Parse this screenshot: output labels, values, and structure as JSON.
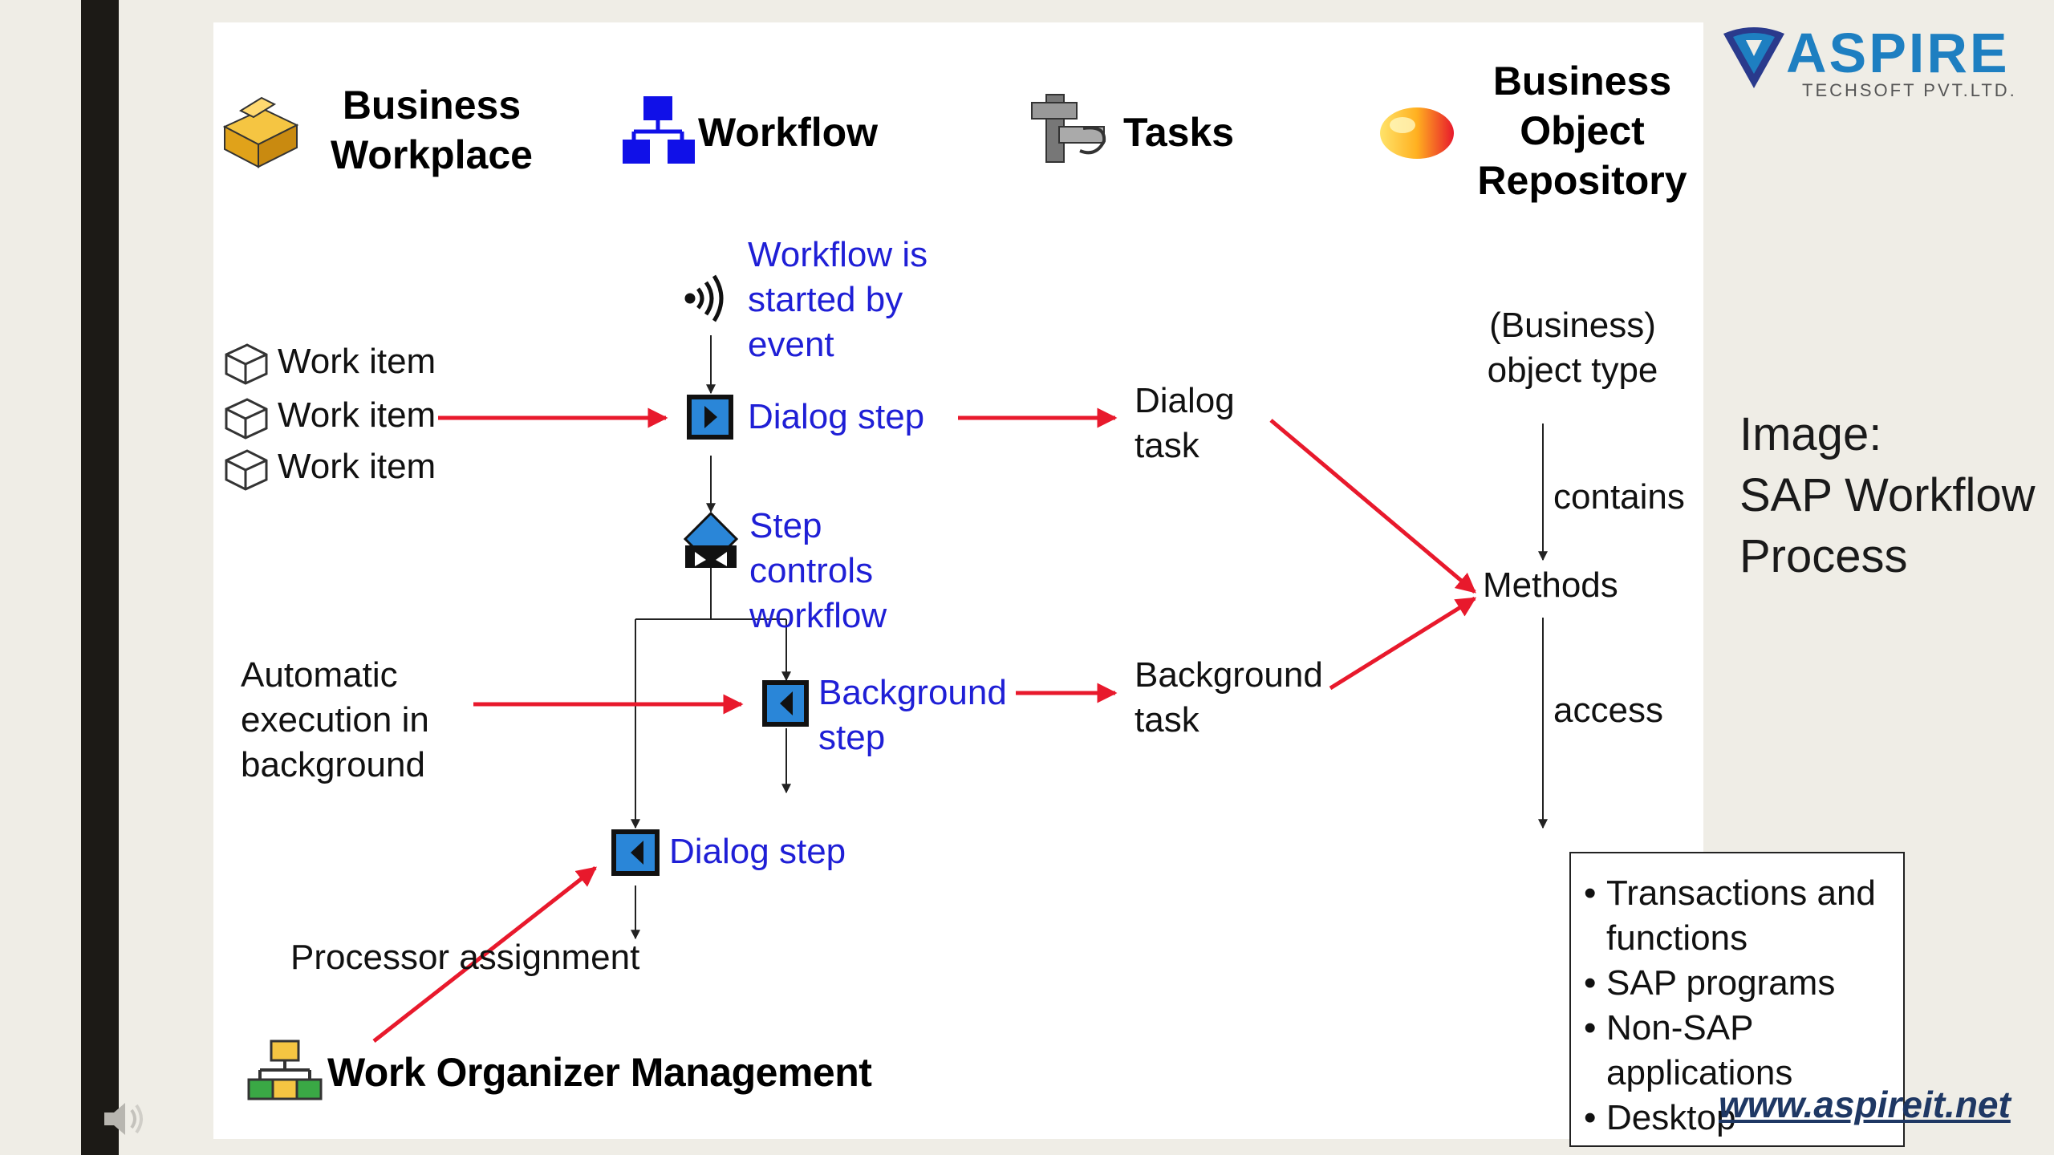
{
  "headers": {
    "business_workplace": [
      "Business",
      "Workplace"
    ],
    "workflow": "Workflow",
    "tasks": "Tasks",
    "bor": [
      "Business",
      "Object",
      "Repository"
    ]
  },
  "work_items": [
    "Work item",
    "Work item",
    "Work item"
  ],
  "workflow_event": [
    "Workflow is",
    "started by",
    "event"
  ],
  "dialog_step_1": "Dialog step",
  "step_controls": [
    "Step",
    "controls",
    "workflow"
  ],
  "background_step": [
    "Background",
    "step"
  ],
  "dialog_step_2": "Dialog step",
  "automatic_execution": [
    "Automatic",
    "execution in",
    "background"
  ],
  "processor_assignment": "Processor assignment",
  "work_organizer": "Work Organizer Management",
  "dialog_task": [
    "Dialog",
    "task"
  ],
  "background_task": [
    "Background",
    "task"
  ],
  "object_type": [
    "(Business)",
    "object type"
  ],
  "contains": "contains",
  "methods": "Methods",
  "access": "access",
  "methods_list": [
    "Transactions and functions",
    "SAP programs",
    "Non-SAP applications",
    "Desktop applications"
  ],
  "caption": [
    "Image:",
    "SAP Workflow",
    "Process"
  ],
  "logo": {
    "name": "ASPIRE",
    "tagline": "TECHSOFT PVT.LTD."
  },
  "website": "www.aspireit.net",
  "colors": {
    "flow_arrow": "#e8192c",
    "step_text": "#1f1fd6",
    "logo_blue": "#1e7fc1",
    "left_bar": "#1c1a16"
  },
  "icons": [
    "box-icon",
    "hierarchy-icon",
    "tools-icon",
    "orb-icon",
    "event-signal-icon",
    "play-step-icon",
    "back-step-icon",
    "decision-icon",
    "org-chart-icon",
    "speaker-icon",
    "aspire-logo-icon"
  ]
}
